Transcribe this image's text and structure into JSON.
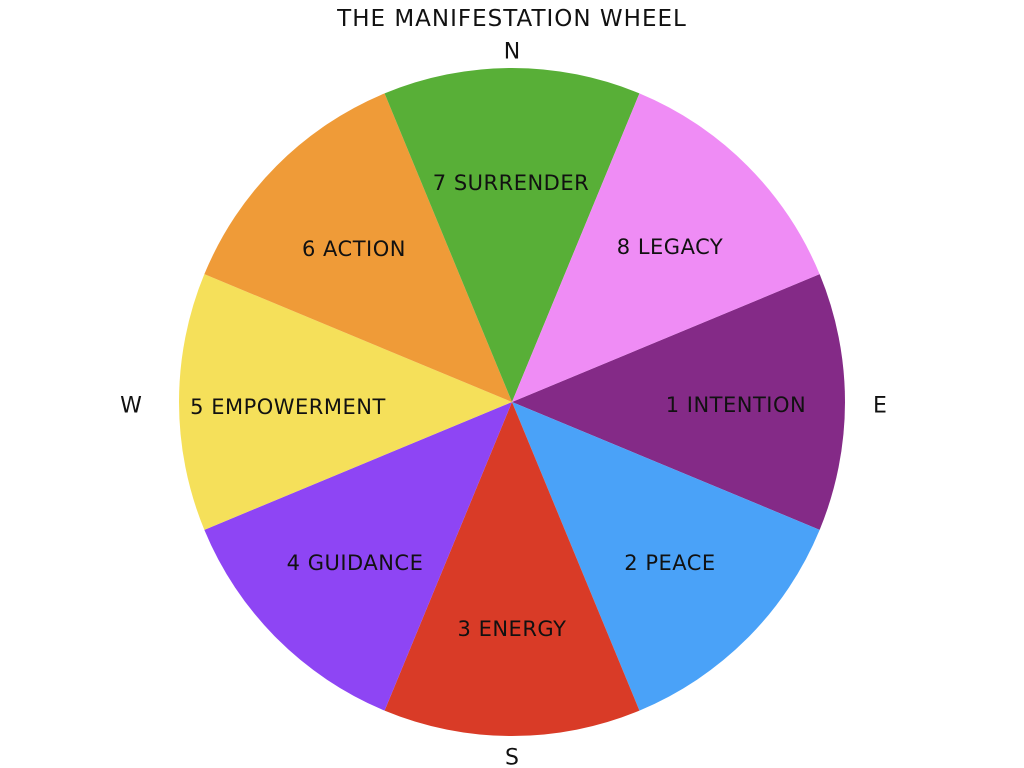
{
  "title": "THE MANIFESTATION WHEEL",
  "compass": {
    "north": "N",
    "east": "E",
    "south": "S",
    "west": "W"
  },
  "segments": [
    {
      "label": "1 INTENTION",
      "color": "#842A87"
    },
    {
      "label": "2 PEACE",
      "color": "#4AA2F8"
    },
    {
      "label": "3 ENERGY",
      "color": "#D93B27"
    },
    {
      "label": "4 GUIDANCE",
      "color": "#8E45F4"
    },
    {
      "label": "5 EMPOWERMENT",
      "color": "#F5E05A"
    },
    {
      "label": "6 ACTION",
      "color": "#EF9B38"
    },
    {
      "label": "7 SURRENDER",
      "color": "#58AF37"
    },
    {
      "label": "8 LEGACY",
      "color": "#EF8CF5"
    }
  ]
}
